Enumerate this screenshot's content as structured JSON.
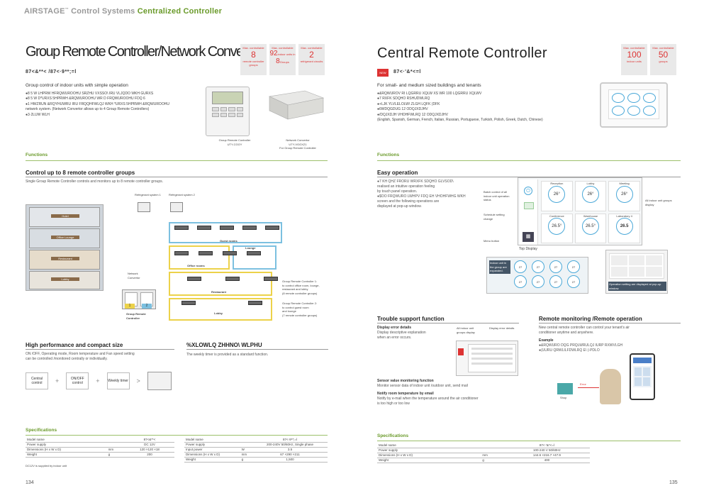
{
  "header": {
    "brand": "AIRSTAGE",
    "tm": "™",
    "mid": " Control Systems ",
    "green": "Centralized Controller"
  },
  "left": {
    "title": "Group Remote Controller/Network Convertor",
    "badges": [
      {
        "lab": "Max. controllable",
        "big": "8",
        "small": "remote controller groups"
      },
      {
        "lab": "Max. controllable",
        "big": "92",
        "mid": "indoor units in",
        "big2": "8",
        "small": "Groups"
      },
      {
        "lab": "Max. controllable",
        "big": "2",
        "small": "refrigerant circuits"
      }
    ],
    "model": "87<&**<  /87<·9**;=l",
    "subtitle": "Group control of indoor units with simple operation",
    "bullets": [
      "●8 5  W  LHPRW HFRQWUROOHU SRZHU VXSSO\\ IRU VLJQDO WKH GURXS",
      "●8 5  W  D*URXS 5HPRWH &RQWUROOHU WR D FRQWUROOHU FDQ 6",
      "●1 HWZRUN &RQYHUWRU IRU FRQQHFWLQJ WKH *URXS 5HPRWH &RQWUROOHU",
      "  network system. (Network Convertor allows up to 4 Group Remote Controllers)",
      "●3·2LUW WLH"
    ],
    "img_cap1": [
      "Group Remote Controller",
      "UTY-CGGY"
    ],
    "img_cap2": [
      "Network Convertor",
      "UTY-VGGXZ1",
      "For Group Remote Controller"
    ],
    "functions": "Functions",
    "h_control": "Control up to 8 remote controller groups",
    "control_text": "Single Group Remote Controller controls and monitors up to 8 remote controller groups.",
    "floors": [
      "Hotel",
      "Office Lounge",
      "Restaurant",
      "Lobby"
    ],
    "refsys": [
      "Refrigerant system 1",
      "Refrigerant system 2"
    ],
    "areas": [
      "Guest rooms",
      "Office rooms",
      "Lounge",
      "Restaurant",
      "Lobby"
    ],
    "network_conv": "Network Convertor",
    "grc": "Group Remote Controller",
    "grc_nums": [
      "1",
      "2"
    ],
    "note1": [
      "Group Remote Controller 1:",
      "to control office room, lounge,",
      "restaurant and lobby",
      "(8 remote controller groups)"
    ],
    "note2": [
      "Group Remote Controller 2:",
      "to control guest room",
      "and lounge",
      "(7 remote controller groups)"
    ],
    "h_perf": "High performance and compact size",
    "perf_text": [
      "ON /OFF, Operating mode, Room temperature and Fan speed setting",
      "can be controlled /monitored centrally or individually."
    ],
    "flow": [
      "Central control",
      "ON/OFF control",
      "Weekly timer"
    ],
    "h_weekly": "%XLOWLQ ZHHNO\\ WLPHU",
    "weekly_text": "The weekly timer is provided as a standard function.",
    "spec": "Specifications",
    "spec1": [
      [
        "Model name",
        "",
        "87<&**<"
      ],
      [
        "Power supply",
        "",
        "DC 12V"
      ],
      [
        "Dimensions (H x W x D)",
        "mm",
        "120 ×120 ×18"
      ],
      [
        "Weight",
        "g",
        "200"
      ]
    ],
    "spec1_note": "DC12V is supplied by indoor unit",
    "spec2": [
      [
        "Model name",
        "",
        "87<·9**;=l"
      ],
      [
        "Power supply",
        "",
        "200-240V 50/60Hz, Single phase"
      ],
      [
        "Input power",
        "W",
        "3.5"
      ],
      [
        "Dimensions (H x W x D)",
        "mm",
        "67 ×290 ×211"
      ],
      [
        "Weight",
        "g",
        "1,500"
      ]
    ],
    "page": "134"
  },
  "right": {
    "title": "Central Remote Controller",
    "badges": [
      {
        "lab": "Max. controllable",
        "big": "100",
        "small": "indoor units"
      },
      {
        "lab": "Max. controllable",
        "big": "50",
        "small": "groups"
      }
    ],
    "new": "NEW",
    "model": "87<·'&*<=l",
    "subtitle": "For small- and medium sized buildings and tenants",
    "bullets": [
      "●&RQWUROV RI LQGRRU XQLW XS WR 100 LQGRRU XQLWV",
      "●7 RXFK SDQHO RSHUDWLRQ",
      "●+LJK YLVLELOLW\\ ZLGH LQFK (DFK",
      "●6WDQGDUG 12 ODQJXDJHV",
      "●/DQJXDJH VHOHFWLRQ 12 ODQJXDJHV",
      "  (English, Spanish, German, French, Italian, Russian, Portuguese, Turkish, Polish, Greek, Dutch, Chinese)"
    ],
    "functions": "Functions",
    "h_easy": "Easy operation",
    "easy_text": [
      "●7 KH QHZ FRORU WRXFK SDQHO GLVSOD\\",
      "realised an intuitive operation feeling",
      "by touch panel operation.",
      "●$OO FRQWURO LWHPV FDQ EH VHOHFWHG WKH",
      "screen and the following operations are",
      "displayed at pop-up window."
    ],
    "callouts": [
      "Batch control of all indoor unit operation status",
      "Schedule setting change",
      "Menu button",
      "All indoor unit groups display"
    ],
    "top_display": "Top Display",
    "temps": [
      "26°",
      "26°",
      "26°",
      "26.5°",
      "26.5°",
      "26.5"
    ],
    "zone_names": [
      "Reception",
      "Lobby",
      "Meeting",
      "Conference",
      "Warehouse",
      "Laboratory 4"
    ],
    "popup_l": "Indoor unit in the group are expanded.",
    "popup_r": "Operation setting are displayed at pop-up window.",
    "small_temps": [
      "27",
      "27",
      "27",
      "27",
      "27",
      "27",
      "27",
      "27"
    ],
    "h_trouble": "Trouble support function",
    "err_h": "Display error details",
    "err_text": [
      "Display descriptive explanation",
      "when an error occurs."
    ],
    "err_call": [
      "All indoor unit groups display",
      "Display error details"
    ],
    "sens_h": "Sensor value monitoring function",
    "sens_text": "Monitor sensor data of indoor unit /outdoor unit, send mail",
    "mail_h": "Notify room temperature by email",
    "mail_text": [
      "Notify by e-mail when the temperature around the air conditioner",
      "is too high or too low"
    ],
    "h_remote": "Remote monitoring /Remote operation",
    "remote_text": [
      "New central remote controller can control your tenant's air",
      "conditioner anytime and anywhere."
    ],
    "ex_h": "Example",
    "ex_items": [
      "●&RQWURO DQG PRQLWRULQJ IURP RXWVLGH",
      "●(UURU QRWLILFDWLRQ E\\ (-PDLO"
    ],
    "shop": "Shop",
    "error": "Error",
    "spec": "Specifications",
    "spec_rows": [
      [
        "Model name",
        "",
        "87<·'&*<=l"
      ],
      [
        "Power supply",
        "",
        "100-240 V  50/60Hz"
      ],
      [
        "Dimensions (H x W x D)",
        "mm",
        "144.6 ×216.7 ×47.9"
      ],
      [
        "Weight",
        "g",
        "400"
      ]
    ],
    "page": "135"
  },
  "colors": {
    "green": "#6a9a2a",
    "red": "#d33",
    "blue": "#4aa8d8",
    "yellow": "#ecd24a"
  }
}
